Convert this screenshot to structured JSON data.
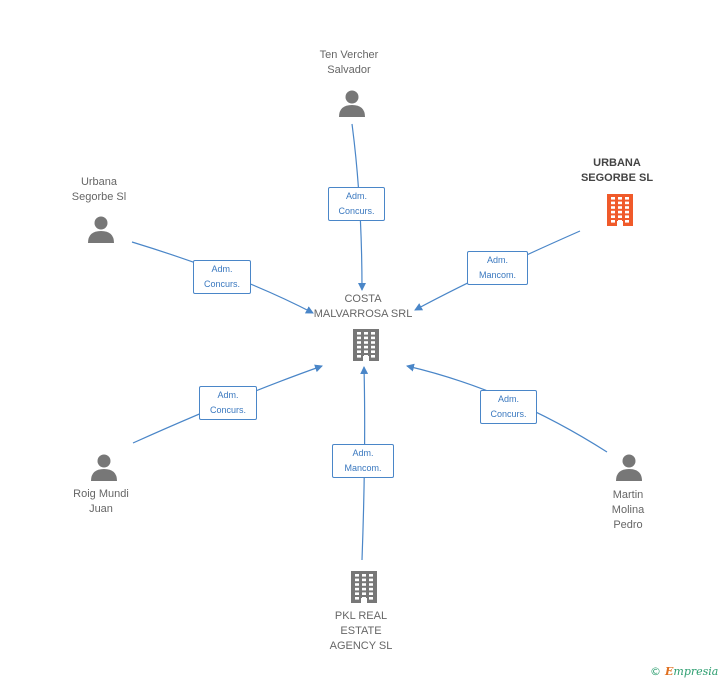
{
  "nodes": [
    {
      "id": "costa",
      "label": "COSTA\nMALVARROSA SRL",
      "kind": "company",
      "color": "#777777",
      "main": false
    },
    {
      "id": "ten",
      "label": "Ten Vercher\nSalvador",
      "kind": "person"
    },
    {
      "id": "urbana_sl",
      "label": "Urbana\nSegorbe Sl",
      "kind": "person"
    },
    {
      "id": "urbana_segorbe",
      "label": "URBANA\nSEGORBE SL",
      "kind": "company",
      "color": "#f05a2a",
      "main": true
    },
    {
      "id": "roig",
      "label": "Roig Mundi\nJuan",
      "kind": "person"
    },
    {
      "id": "martin",
      "label": "Martin\nMolina\nPedro",
      "kind": "person"
    },
    {
      "id": "pkl",
      "label": "PKL REAL\nESTATE\nAGENCY SL",
      "kind": "company",
      "color": "#777777",
      "main": false
    }
  ],
  "edges": [
    {
      "from": "ten",
      "to": "costa",
      "label": "Adm.\nConcurs."
    },
    {
      "from": "urbana_sl",
      "to": "costa",
      "label": "Adm.\nConcurs."
    },
    {
      "from": "urbana_segorbe",
      "to": "costa",
      "label": "Adm.\nMancom."
    },
    {
      "from": "roig",
      "to": "costa",
      "label": "Adm.\nConcurs."
    },
    {
      "from": "martin",
      "to": "costa",
      "label": "Adm.\nConcurs."
    },
    {
      "from": "pkl",
      "to": "costa",
      "label": "Adm.\nMancom."
    }
  ],
  "colors": {
    "edge": "#4a86c8",
    "person_icon": "#777777"
  },
  "footer": {
    "copyright": "©",
    "brand_initial": "E",
    "brand_rest": "mpresia"
  }
}
